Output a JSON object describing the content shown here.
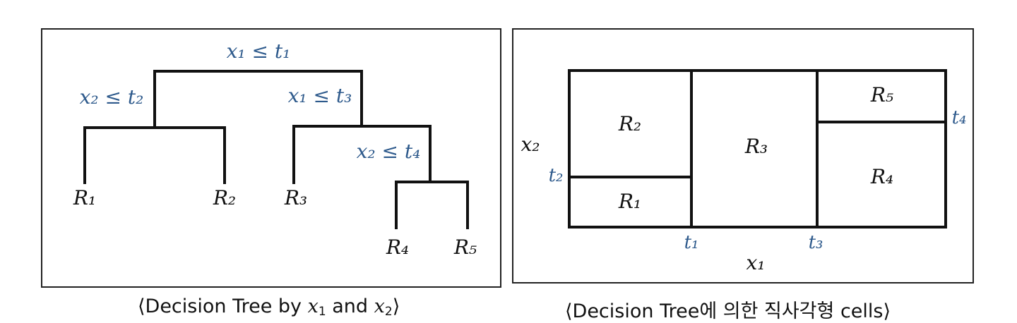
{
  "left_panel": {
    "conditions": {
      "root": "x₁ ≤ t₁",
      "left": "x₂ ≤ t₂",
      "right": "x₁ ≤ t₃",
      "right_right": "x₂ ≤ t₄"
    },
    "leaves": [
      "R₁",
      "R₂",
      "R₃",
      "R₄",
      "R₅"
    ],
    "caption": {
      "prefix": "⟨Decision Tree by ",
      "var1": "x",
      "var1_sub": "1",
      "middle": " and ",
      "var2": "x",
      "var2_sub": "2",
      "suffix": "⟩"
    }
  },
  "right_panel": {
    "regions": [
      "R₁",
      "R₂",
      "R₃",
      "R₄",
      "R₅"
    ],
    "axis_labels": {
      "x": "x₁",
      "y": "x₂"
    },
    "thresholds": {
      "t1": "t₁",
      "t2": "t₂",
      "t3": "t₃",
      "t4": "t₄"
    },
    "caption": "⟨Decision Tree에 의한 직사각형 cells⟩"
  },
  "colors": {
    "condition_blue": "#2e5a8c",
    "line": "#111111"
  }
}
